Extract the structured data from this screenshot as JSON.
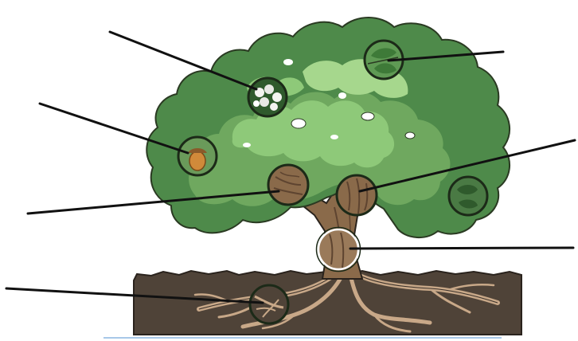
{
  "diagram": {
    "subject": "tree",
    "colors": {
      "canopy_dark": "#4e8a4a",
      "canopy_mid": "#6fa85f",
      "canopy_light": "#8ec979",
      "canopy_highlight": "#a6d78d",
      "outline": "#2a3a22",
      "trunk": "#8a6a4a",
      "trunk_dark": "#5e4430",
      "soil": "#4f4338",
      "soil_dark": "#3a3029",
      "roots": "#9a7a5c",
      "acorn": "#d08a3a",
      "leader_line": "#111111",
      "ground_line": "#a8c8e8"
    },
    "callouts": [
      {
        "id": "flower",
        "icon": "flower-cluster-icon"
      },
      {
        "id": "leaf",
        "icon": "leaf-icon"
      },
      {
        "id": "seed",
        "icon": "acorn-icon"
      },
      {
        "id": "branch",
        "icon": "branch-icon"
      },
      {
        "id": "bark",
        "icon": "bark-icon"
      },
      {
        "id": "trunk",
        "icon": "trunk-icon"
      },
      {
        "id": "roots",
        "icon": "roots-icon"
      }
    ]
  }
}
